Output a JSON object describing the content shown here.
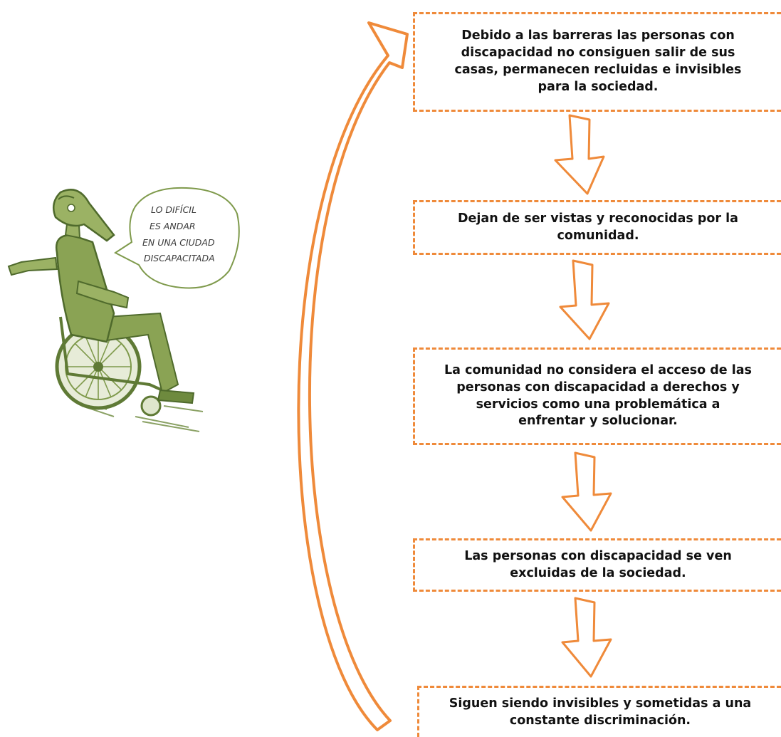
{
  "colors": {
    "accent": "#ef8a3a",
    "illustration": "#6e8a3e",
    "text": "#111111"
  },
  "illustration": {
    "speech_lines": [
      "LO DIFÍCIL",
      "ES ANDAR",
      "EN UNA CIUDAD",
      "DISCAPACITADA"
    ]
  },
  "steps": [
    {
      "lines": [
        "Debido a las barreras las personas con",
        "discapacidad  no consiguen  salir de sus",
        "casas, permanecen recluidas e invisibles",
        "para la sociedad."
      ]
    },
    {
      "lines": [
        "Dejan de ser vistas y reconocidas  por la",
        "comunidad."
      ]
    },
    {
      "lines": [
        "La comunidad no considera el acceso de las",
        "personas con discapacidad  a derechos y",
        "servicios como una problemática a",
        "enfrentar y solucionar."
      ]
    },
    {
      "lines": [
        "Las personas con discapacidad  se ven",
        "excluidas de la sociedad."
      ]
    },
    {
      "lines": [
        "Siguen siendo invisibles y sometidas a una",
        "constante discriminación."
      ]
    }
  ]
}
